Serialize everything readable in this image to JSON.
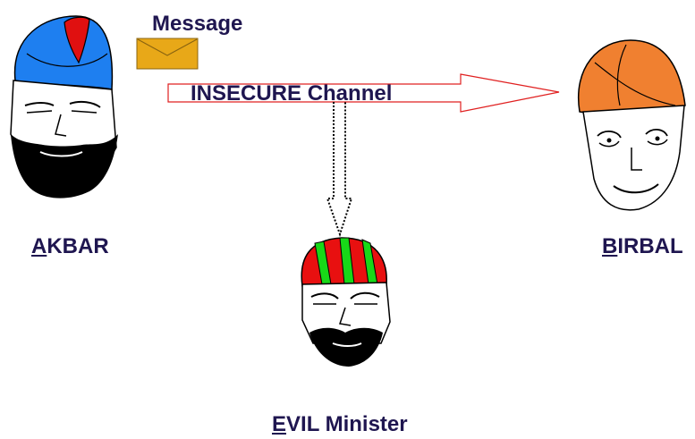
{
  "message_label": "Message",
  "channel_label": "INSECURE Channel",
  "akbar": {
    "initial": "A",
    "rest": "KBAR"
  },
  "birbal": {
    "initial": "B",
    "rest": "IRBAL"
  },
  "evil": {
    "initial": "E",
    "rest": "VIL Minister"
  },
  "colors": {
    "label_text": "#1f1650",
    "akbar_turban": "#1e7ff0",
    "akbar_turban_accent": "#e01010",
    "birbal_turban": "#f08030",
    "evil_turban_red": "#e81010",
    "evil_turban_green": "#18d818",
    "envelope": "#e8a818",
    "arrow_outline": "#e02020",
    "ink": "#000000"
  },
  "icons": [
    "envelope-icon",
    "akbar-face-icon",
    "birbal-face-icon",
    "evil-minister-face-icon"
  ]
}
